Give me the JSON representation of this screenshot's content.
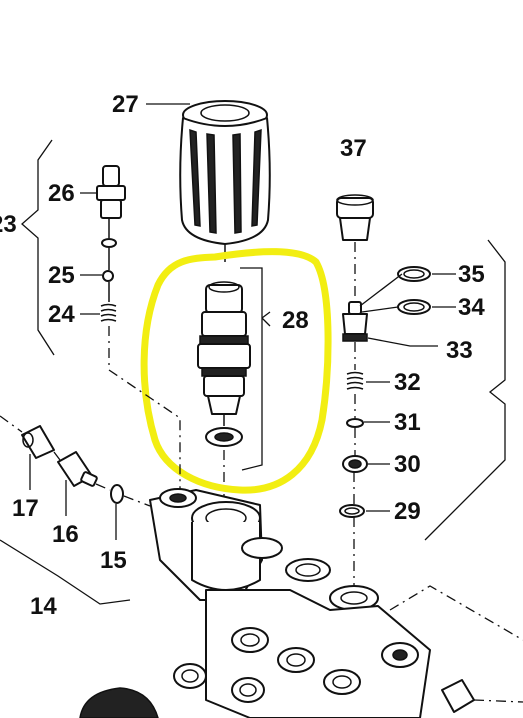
{
  "diagram": {
    "labels": {
      "p23": "23",
      "p24": "24",
      "p25": "25",
      "p26": "26",
      "p27": "27",
      "p28": "28",
      "p29": "29",
      "p30": "30",
      "p31": "31",
      "p32": "32",
      "p33": "33",
      "p34": "34",
      "p35": "35",
      "p37": "37",
      "p14": "14",
      "p15": "15",
      "p16": "16",
      "p17": "17"
    },
    "highlight_color": "#f2ee12"
  }
}
